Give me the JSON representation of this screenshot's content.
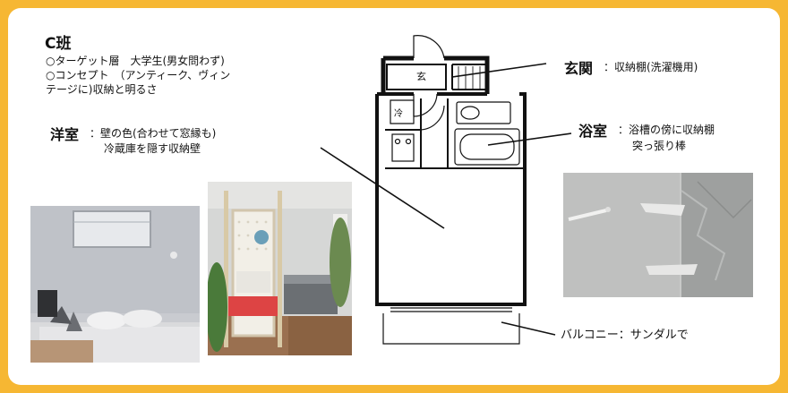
{
  "group": {
    "title": "C班",
    "lines": [
      "○ターゲット層　大学生(男女問わず)",
      "○コンセプト　（アンティーク、ヴィン",
      "テージに)収納と明るさ"
    ]
  },
  "rooms": {
    "western": {
      "name": "洋室",
      "desc1": "：壁の色(合わせて窓縁も)",
      "desc2": "冷蔵庫を隠す収納壁"
    },
    "entrance": {
      "name": "玄関",
      "desc": "：収納棚(洗濯機用)"
    },
    "bath": {
      "name": "浴室",
      "desc1": "：浴槽の傍に収納棚",
      "desc2": "突っ張り棒"
    },
    "balcony": {
      "text": "バルコニー：サンダルで"
    }
  },
  "plan": {
    "entry_label": "玄",
    "fridge_label": "冷"
  }
}
